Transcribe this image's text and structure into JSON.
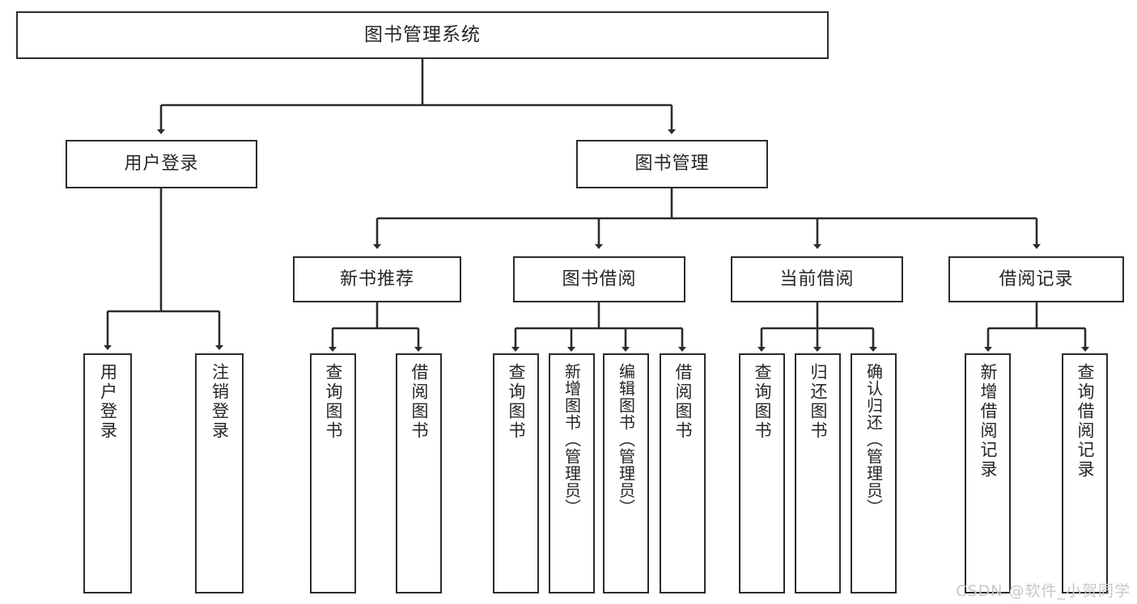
{
  "diagram": {
    "title": "图书管理系统",
    "type": "tree-hierarchy",
    "root": {
      "label": "图书管理系统"
    },
    "level2": [
      {
        "label": "用户登录"
      },
      {
        "label": "图书管理"
      }
    ],
    "level3": [
      {
        "label": "新书推荐"
      },
      {
        "label": "图书借阅"
      },
      {
        "label": "当前借阅"
      },
      {
        "label": "借阅记录"
      }
    ],
    "leaves_user_login": [
      {
        "label": "用户登录"
      },
      {
        "label": "注销登录"
      }
    ],
    "leaves_new_books": [
      {
        "label": "查询图书"
      },
      {
        "label": "借阅图书"
      }
    ],
    "leaves_borrow": [
      {
        "label": "查询图书"
      },
      {
        "label": "新增图书（管理员）"
      },
      {
        "label": "编辑图书（管理员）"
      },
      {
        "label": "借阅图书"
      }
    ],
    "leaves_current": [
      {
        "label": "查询图书"
      },
      {
        "label": "归还图书"
      },
      {
        "label": "确认归还（管理员）"
      }
    ],
    "leaves_records": [
      {
        "label": "新增借阅记录"
      },
      {
        "label": "查询借阅记录"
      }
    ]
  },
  "watermark": {
    "text": "CSDN @软件_小贺同学"
  },
  "colors": {
    "background": "#ffffff",
    "box_border": "#2b2b2b",
    "box_fill": "#ffffff",
    "text": "#262626",
    "connector": "#2b2b2b",
    "watermark": "#c8c8c8"
  }
}
